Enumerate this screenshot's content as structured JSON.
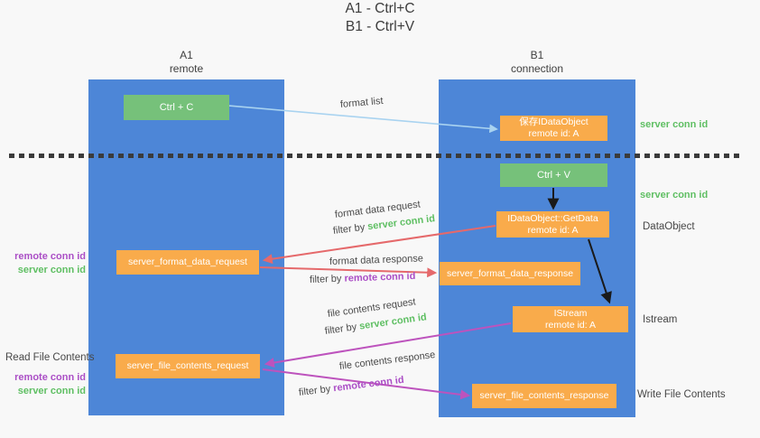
{
  "title": {
    "lines": "A1 - Ctrl+C\nB1 - Ctrl+V"
  },
  "columns": {
    "left": {
      "name": "A1",
      "subtitle": "remote"
    },
    "right": {
      "name": "B1",
      "subtitle": "connection"
    }
  },
  "nodes": {
    "ctrl_c": "Ctrl + C",
    "ctrl_v": "Ctrl + V",
    "save_idataobject": {
      "line1": "保存IDataObject",
      "line2": "remote id: A"
    },
    "getdata": {
      "line1": "IDataObject::GetData",
      "line2": "remote id: A"
    },
    "istream": {
      "line1": "IStream",
      "line2": "remote id: A"
    },
    "server_format_data_request": "server_format_data_request",
    "server_format_data_response": "server_format_data_response",
    "server_file_contents_request": "server_file_contents_request",
    "server_file_contents_response": "server_file_contents_response"
  },
  "arrow_labels": {
    "format_list": "format list",
    "format_data_request": "format data request",
    "format_data_response": "format data response",
    "file_contents_request": "file contents request",
    "file_contents_response": "file contents response",
    "filter_by": "filter by"
  },
  "ids": {
    "server_conn_id": "server conn id",
    "remote_conn_id": "remote conn id"
  },
  "side_labels": {
    "dataobject": "DataObject",
    "istream": "Istream",
    "write_file_contents": "Write File Contents",
    "read_file_contents": "Read File Contents"
  },
  "colors": {
    "column_blue": "#4d86d7",
    "node_green": "#76c17a",
    "node_orange": "#f9ab4b",
    "server_conn_green": "#5fbf63",
    "remote_conn_purple": "#ab4fc6",
    "arrow_light_blue": "#a9d3f0",
    "arrow_red": "#e5696b",
    "arrow_magenta": "#bd53bd",
    "arrow_black": "#1a1a1a",
    "background": "#f8f8f8"
  }
}
